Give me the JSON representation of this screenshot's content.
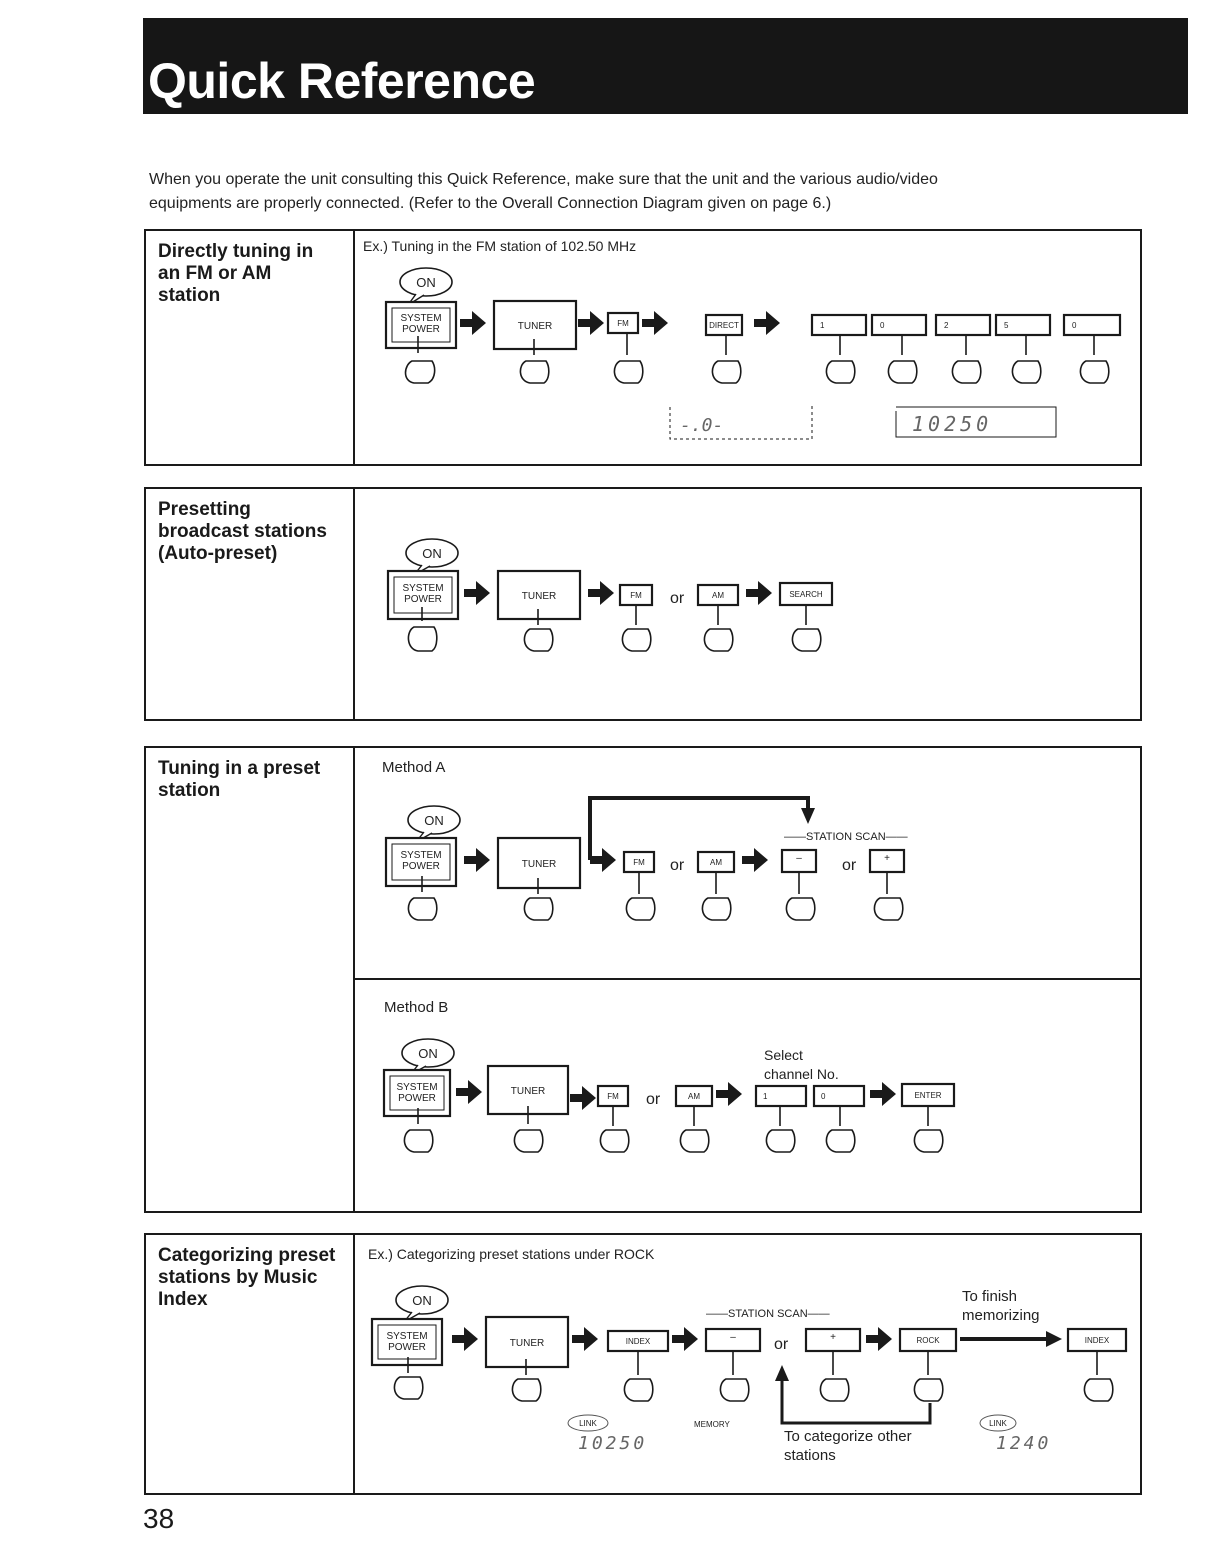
{
  "header": {
    "title": "Quick Reference"
  },
  "intro": {
    "line1": "When you operate the unit consulting this Quick Reference, make sure that the unit and the various audio/video",
    "line2": "equipments are properly connected. (Refer to the Overall Connection Diagram given on page 6.)"
  },
  "buttons": {
    "on": "ON",
    "system_power_1": "SYSTEM",
    "system_power_2": "POWER",
    "tuner": "TUNER",
    "fm": "FM",
    "am": "AM",
    "direct": "DIRECT",
    "search": "SEARCH",
    "minus": "–",
    "plus": "+",
    "enter": "ENTER",
    "index": "INDEX",
    "rock": "ROCK",
    "digit_1": "1",
    "digit_0": "0",
    "digit_2": "2",
    "digit_5": "5"
  },
  "words": {
    "or": "or"
  },
  "sections": {
    "direct": {
      "label": "Directly tuning in\nan FM or AM\nstation",
      "example": "Ex.) Tuning in the FM station of 102.50 MHz",
      "display1": "-.0-",
      "display2": "10250"
    },
    "preset": {
      "label": "Presetting\nbroadcast stations\n(Auto-preset)"
    },
    "tuning": {
      "label": "Tuning in a preset\nstation",
      "method_a": "Method A",
      "method_b": "Method B",
      "station_scan": "——STATION SCAN——",
      "select_channel": "Select\nchannel No."
    },
    "categorize": {
      "label": "Categorizing preset\nstations by Music\nIndex",
      "example": "Ex.) Categorizing preset stations under ROCK",
      "station_scan": "——STATION SCAN——",
      "to_finish": "To finish\nmemorizing",
      "to_categorize": "To categorize other\nstations",
      "link": "LINK",
      "memory": "MEMORY",
      "display1": "10250",
      "display2": "1240"
    }
  },
  "page_number": "38"
}
